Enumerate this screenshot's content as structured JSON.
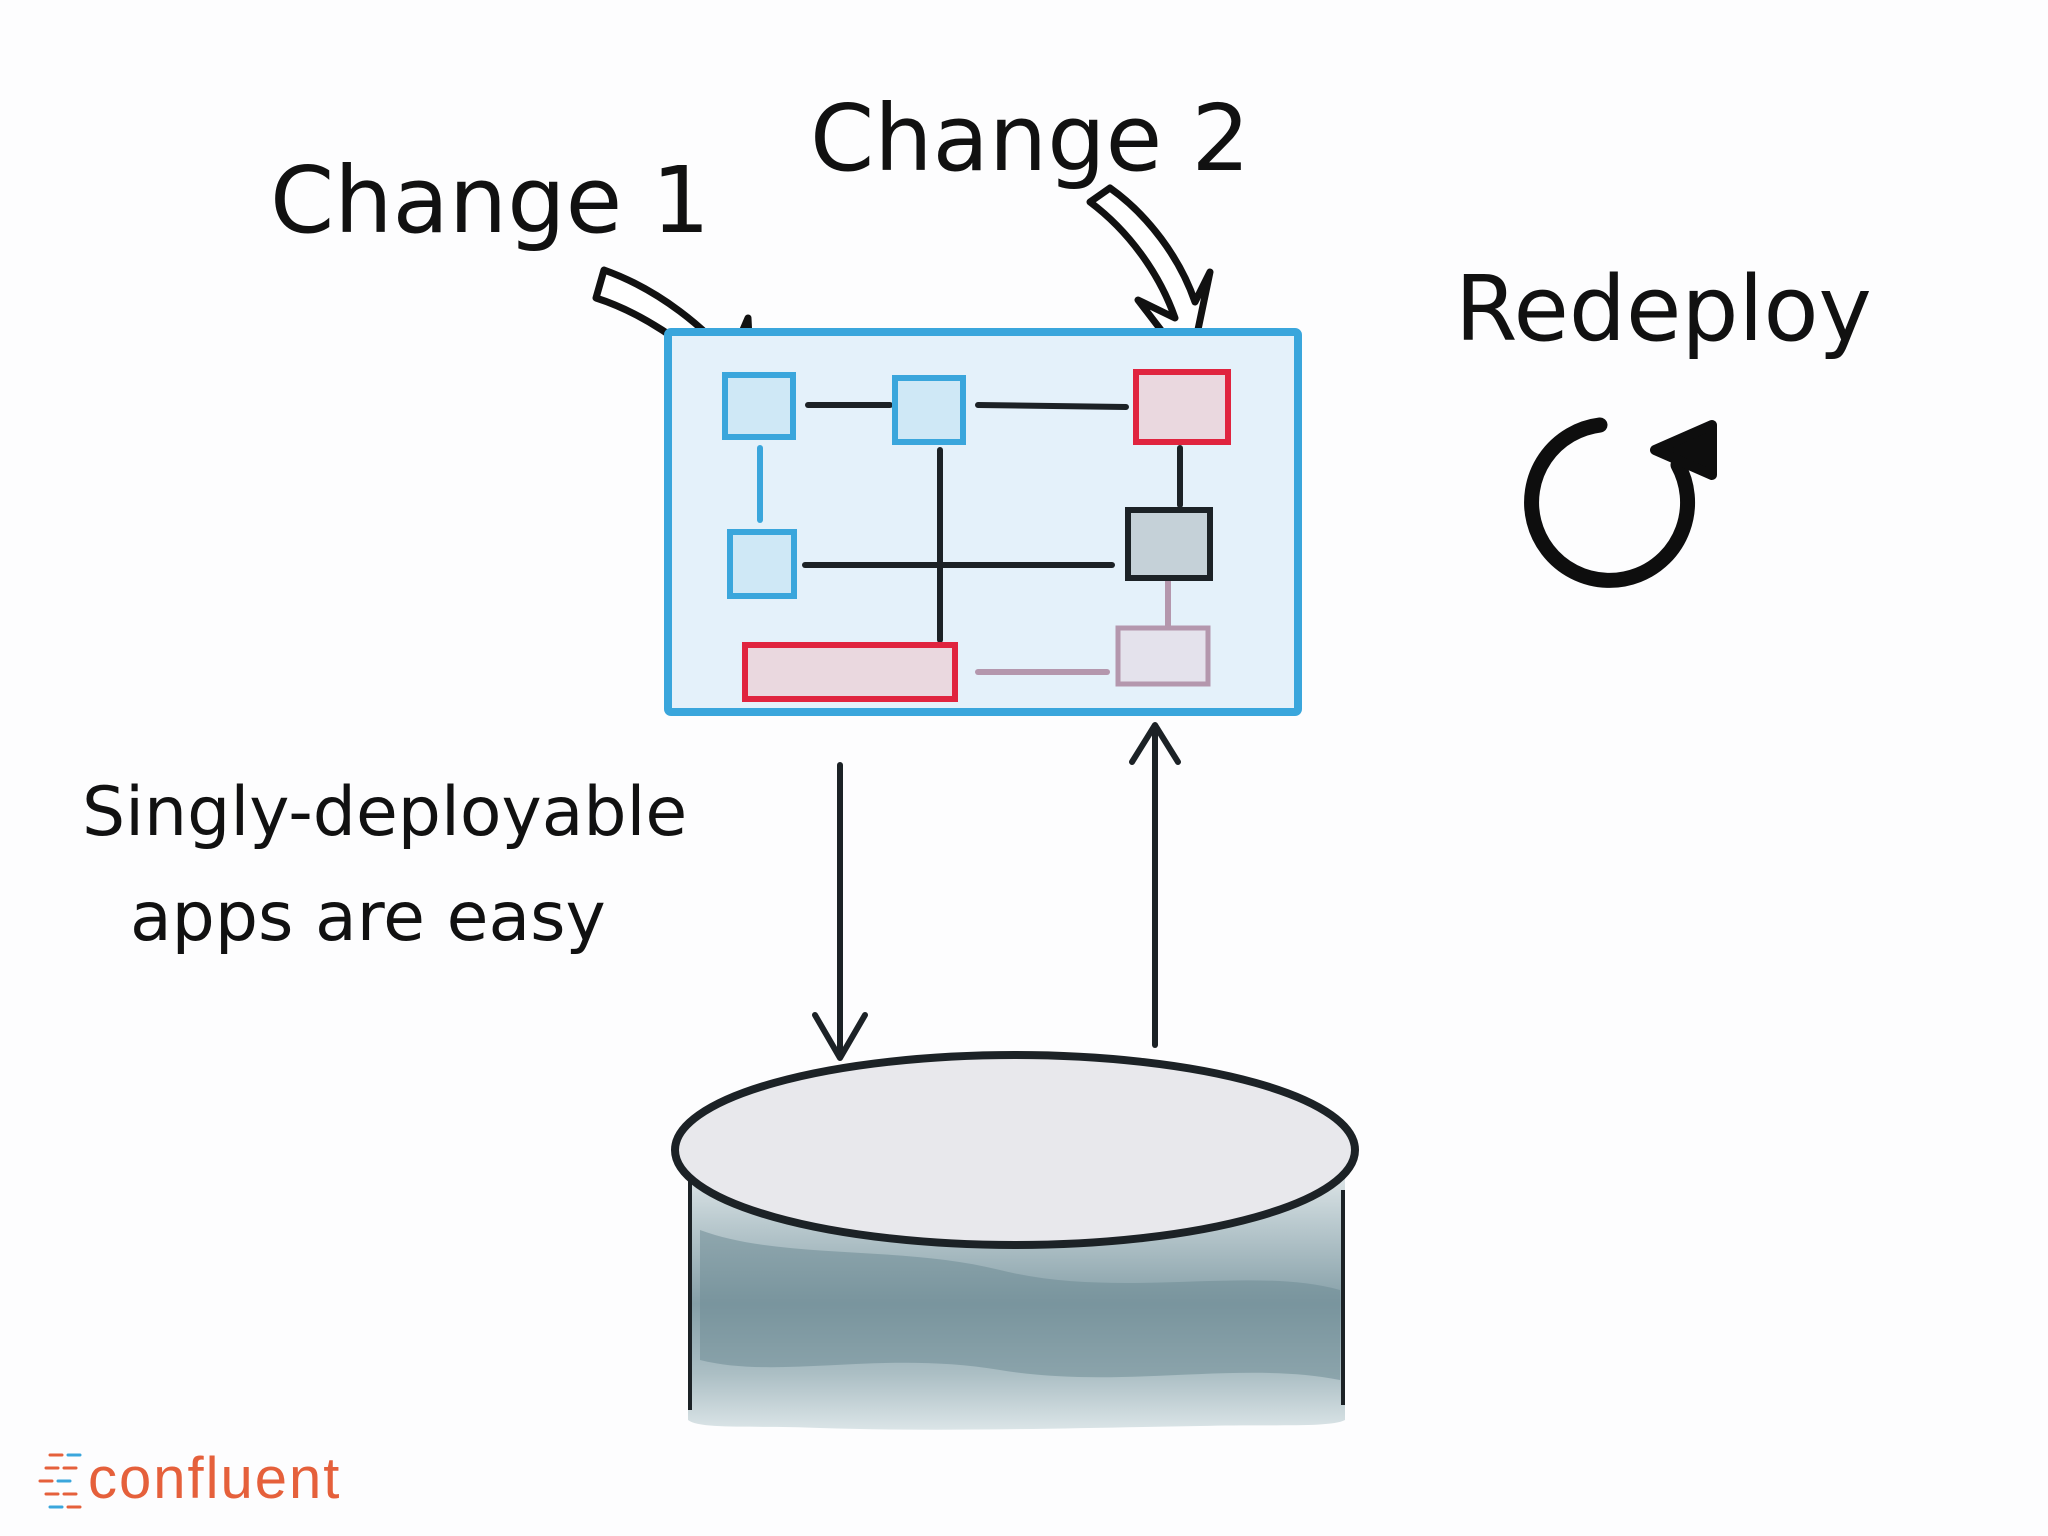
{
  "labels": {
    "change1": "Change 1",
    "change2": "Change 2",
    "redeploy": "Redeploy",
    "caption_line1": "Singly-deployable",
    "caption_line2": "apps are easy"
  },
  "logo": {
    "text": "confluent"
  },
  "icons": {
    "redeploy": "refresh-icon"
  },
  "colors": {
    "app_border": "#3aa6dc",
    "app_fill": "#e4f1fa",
    "node_blue": "#cfe8f6",
    "node_red_border": "#e0243f",
    "node_red_fill": "#ead8df",
    "node_dark": "#c5d1d8",
    "logo": "#e5603b",
    "database_body": "#8fa8b0"
  }
}
